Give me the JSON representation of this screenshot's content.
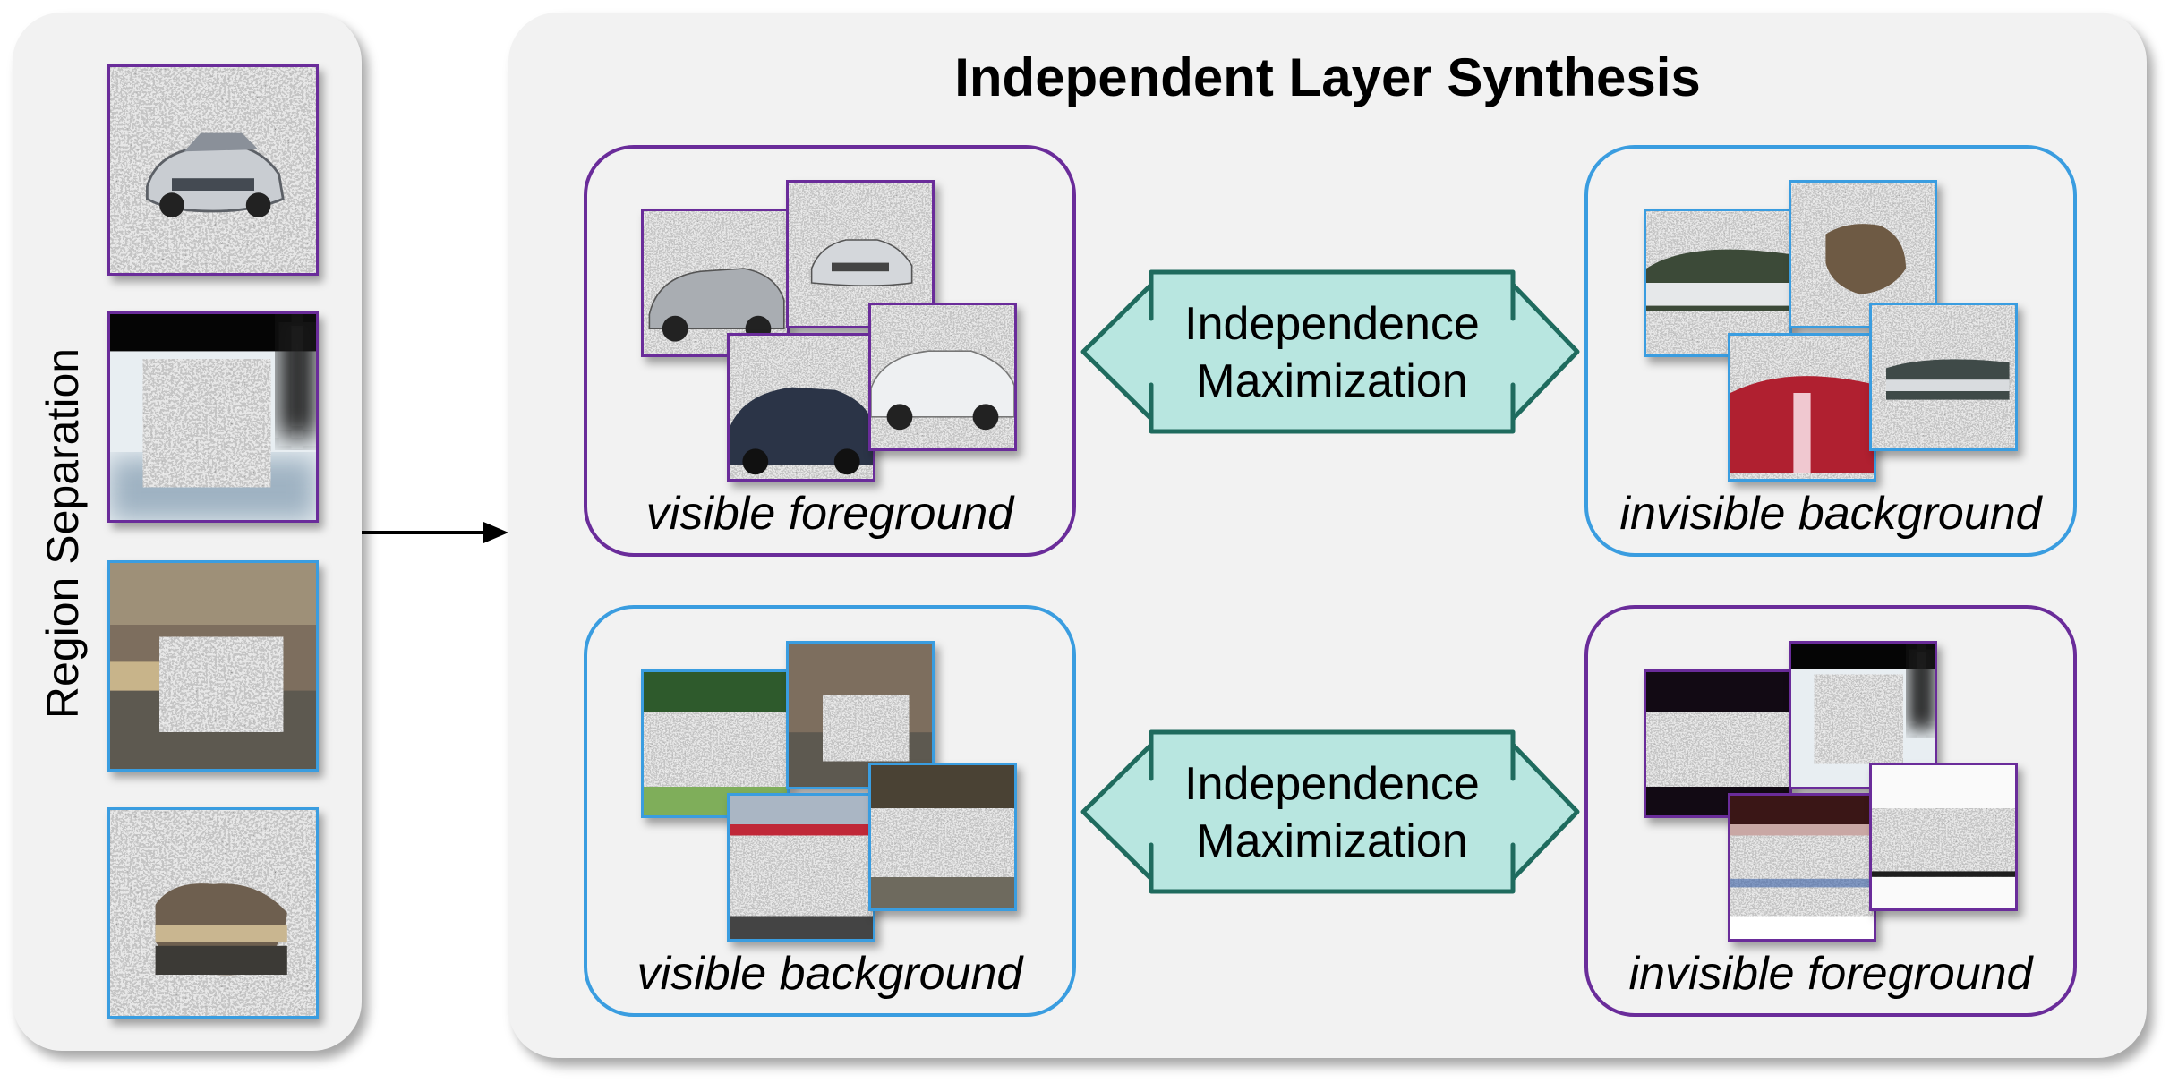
{
  "left_panel": {
    "label": "Region Separation",
    "thumbnails": [
      {
        "kind": "noise-car",
        "border": "purple"
      },
      {
        "kind": "dark-blurred-car-noise-inside",
        "border": "purple"
      },
      {
        "kind": "street-with-noise-car",
        "border": "blue"
      },
      {
        "kind": "noise-with-background-hole",
        "border": "blue"
      }
    ]
  },
  "main_panel": {
    "title": "Independent Layer Synthesis",
    "boxes": [
      {
        "id": "visible-foreground",
        "label": "visible foreground",
        "border": "purple"
      },
      {
        "id": "invisible-background",
        "label": "invisible background",
        "border": "blue"
      },
      {
        "id": "visible-background",
        "label": "visible background",
        "border": "blue"
      },
      {
        "id": "invisible-foreground",
        "label": "invisible foreground",
        "border": "purple"
      }
    ],
    "arrows": [
      {
        "line1": "Independence",
        "line2": "Maximization"
      },
      {
        "line1": "Independence",
        "line2": "Maximization"
      }
    ]
  },
  "colors": {
    "purple": "#6a2c9a",
    "blue": "#3a9de0",
    "arrow_fill": "#b8e6e0",
    "arrow_stroke": "#1f6b5e",
    "panel": "#f2f2f2"
  }
}
